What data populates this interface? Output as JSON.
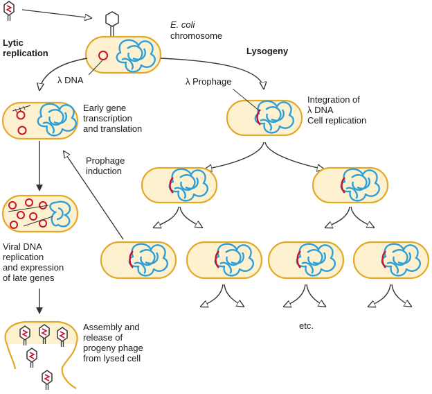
{
  "labels": {
    "lytic_replication": "Lytic\nreplication",
    "ecoli_italic": "E. coli",
    "chromosome": "chromosome",
    "lysogeny": "Lysogeny",
    "lambda_dna": "λ DNA",
    "lambda_prophage": "λ Prophage",
    "early_gene": "Early gene\ntranscription\nand translation",
    "integration": "Integration of\nλ DNA\nCell replication",
    "prophage_induction": "Prophage\ninduction",
    "viral_dna": "Viral DNA\nreplication\nand expression\nof late genes",
    "assembly": "Assembly and\nrelease of\nprogeny phage\nfrom lysed cell",
    "etc": "etc."
  },
  "colors": {
    "cell_fill": "#fdf1cf",
    "cell_border": "#e2a826",
    "chromosome": "#2e9fd8",
    "viral_dna": "#c8102e",
    "arrow": "#333333"
  }
}
